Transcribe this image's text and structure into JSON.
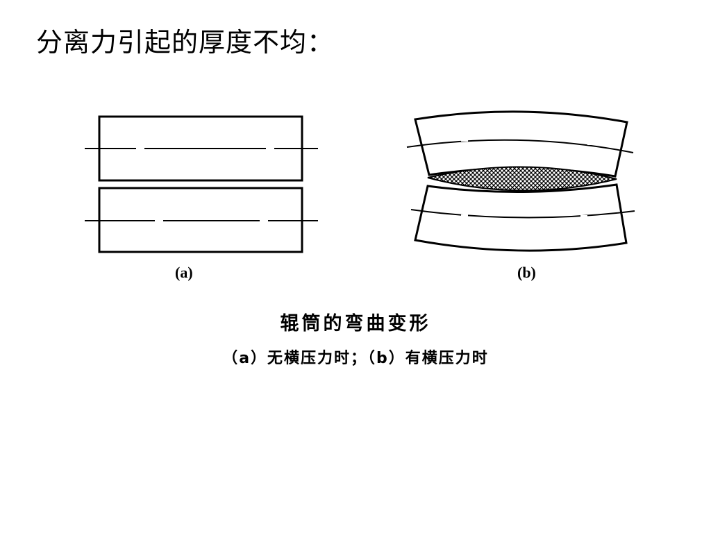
{
  "slide": {
    "title": "分离力引起的厚度不均："
  },
  "figure": {
    "label_a": "(a)",
    "label_b": "(b)",
    "caption_title": "辊筒的弯曲变形",
    "caption_sub": "（a）无横压力时；（b）有横压力时"
  },
  "colors": {
    "line": "#000000",
    "background": "#ffffff"
  }
}
